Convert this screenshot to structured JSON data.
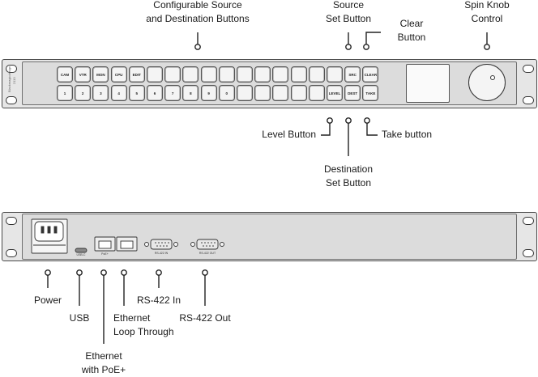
{
  "front": {
    "labels": {
      "configurable": [
        "Configurable Source",
        "and Destination Buttons"
      ],
      "source_set": [
        "Source",
        "Set Button"
      ],
      "clear": [
        "Clear",
        "Button"
      ],
      "spin_knob": [
        "Spin Knob",
        "Control"
      ],
      "level": "Level Button",
      "destination_set": [
        "Destination",
        "Set Button"
      ],
      "take": "Take button"
    },
    "brand": "Blackmagicdesign",
    "model": "2110",
    "top_buttons": [
      "CAM",
      "VTR",
      "MON",
      "CPU",
      "EDIT",
      "",
      "",
      "",
      "",
      "",
      "",
      "",
      "",
      "",
      "",
      "",
      "SRC",
      "CLEAR"
    ],
    "bottom_buttons": [
      "1",
      "2",
      "3",
      "4",
      "5",
      "6",
      "7",
      "8",
      "9",
      "0",
      "",
      "",
      "",
      "",
      "",
      "LEVEL",
      "DEST",
      "TAKE"
    ]
  },
  "rear": {
    "labels": {
      "power": "Power",
      "usb": "USB",
      "ethernet_loop": [
        "Ethernet",
        "Loop Through"
      ],
      "rs422_in": "RS-422 In",
      "rs422_out": "RS-422 Out",
      "ethernet_poe": [
        "Ethernet",
        "with PoE+"
      ]
    },
    "port_text": {
      "usb": "USB-C",
      "poe": "PoE+",
      "rs422_in": "RS-422 IN",
      "rs422_out": "RS-422 OUT"
    }
  }
}
